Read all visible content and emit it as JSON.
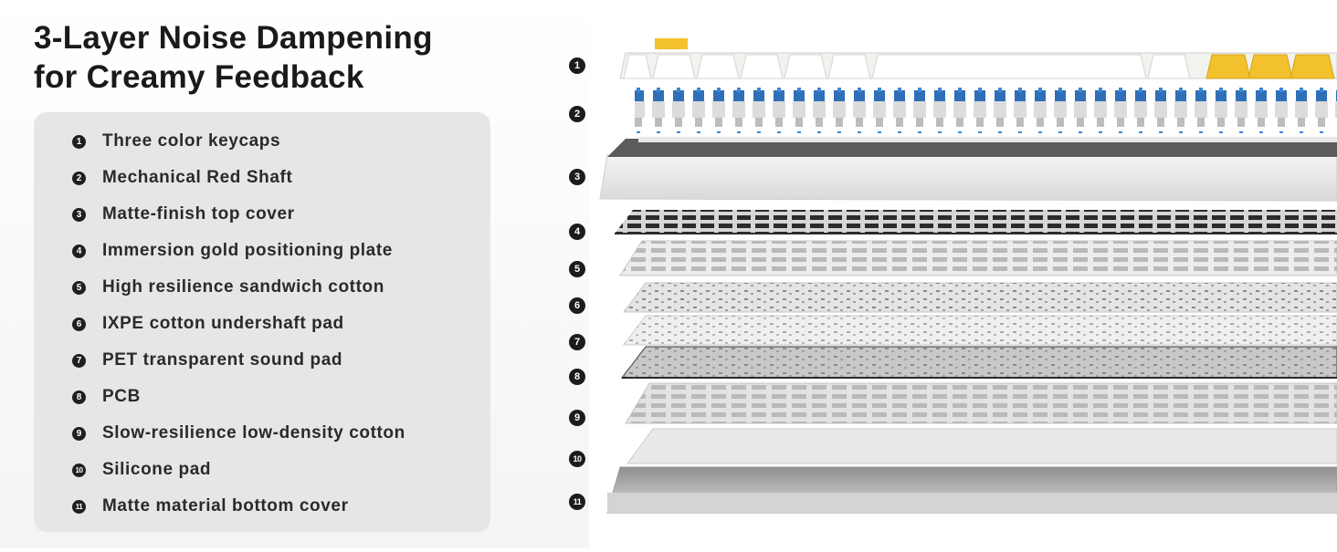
{
  "title_lines": [
    "3-Layer Noise Dampening",
    "for Creamy Feedback"
  ],
  "features": [
    {
      "num": "1",
      "label": "Three color keycaps"
    },
    {
      "num": "2",
      "label": "Mechanical Red Shaft"
    },
    {
      "num": "3",
      "label": "Matte-finish top cover"
    },
    {
      "num": "4",
      "label": "Immersion gold positioning plate"
    },
    {
      "num": "5",
      "label": "High resilience sandwich cotton"
    },
    {
      "num": "6",
      "label": "IXPE cotton undershaft pad"
    },
    {
      "num": "7",
      "label": "PET transparent sound pad"
    },
    {
      "num": "8",
      "label": "PCB"
    },
    {
      "num": "9",
      "label": "Slow-resilience low-density cotton"
    },
    {
      "num": "10",
      "label": "Silicone pad"
    },
    {
      "num": "11",
      "label": "Matte material bottom cover"
    }
  ],
  "layer_markers": [
    "1",
    "2",
    "3",
    "4",
    "5",
    "6",
    "7",
    "8",
    "9",
    "10",
    "11"
  ],
  "colors": {
    "keycap_white": "#f2f2ee",
    "keycap_yellow": "#f3c02e",
    "switch_blue": "#2f6fb8",
    "plate_dark": "#2c2c2c",
    "panel_gray": "#e6e6e6"
  },
  "icons": {
    "number_badge": "filled-circle-number",
    "keyboard_layers": "exploded-keyboard-diagram"
  }
}
